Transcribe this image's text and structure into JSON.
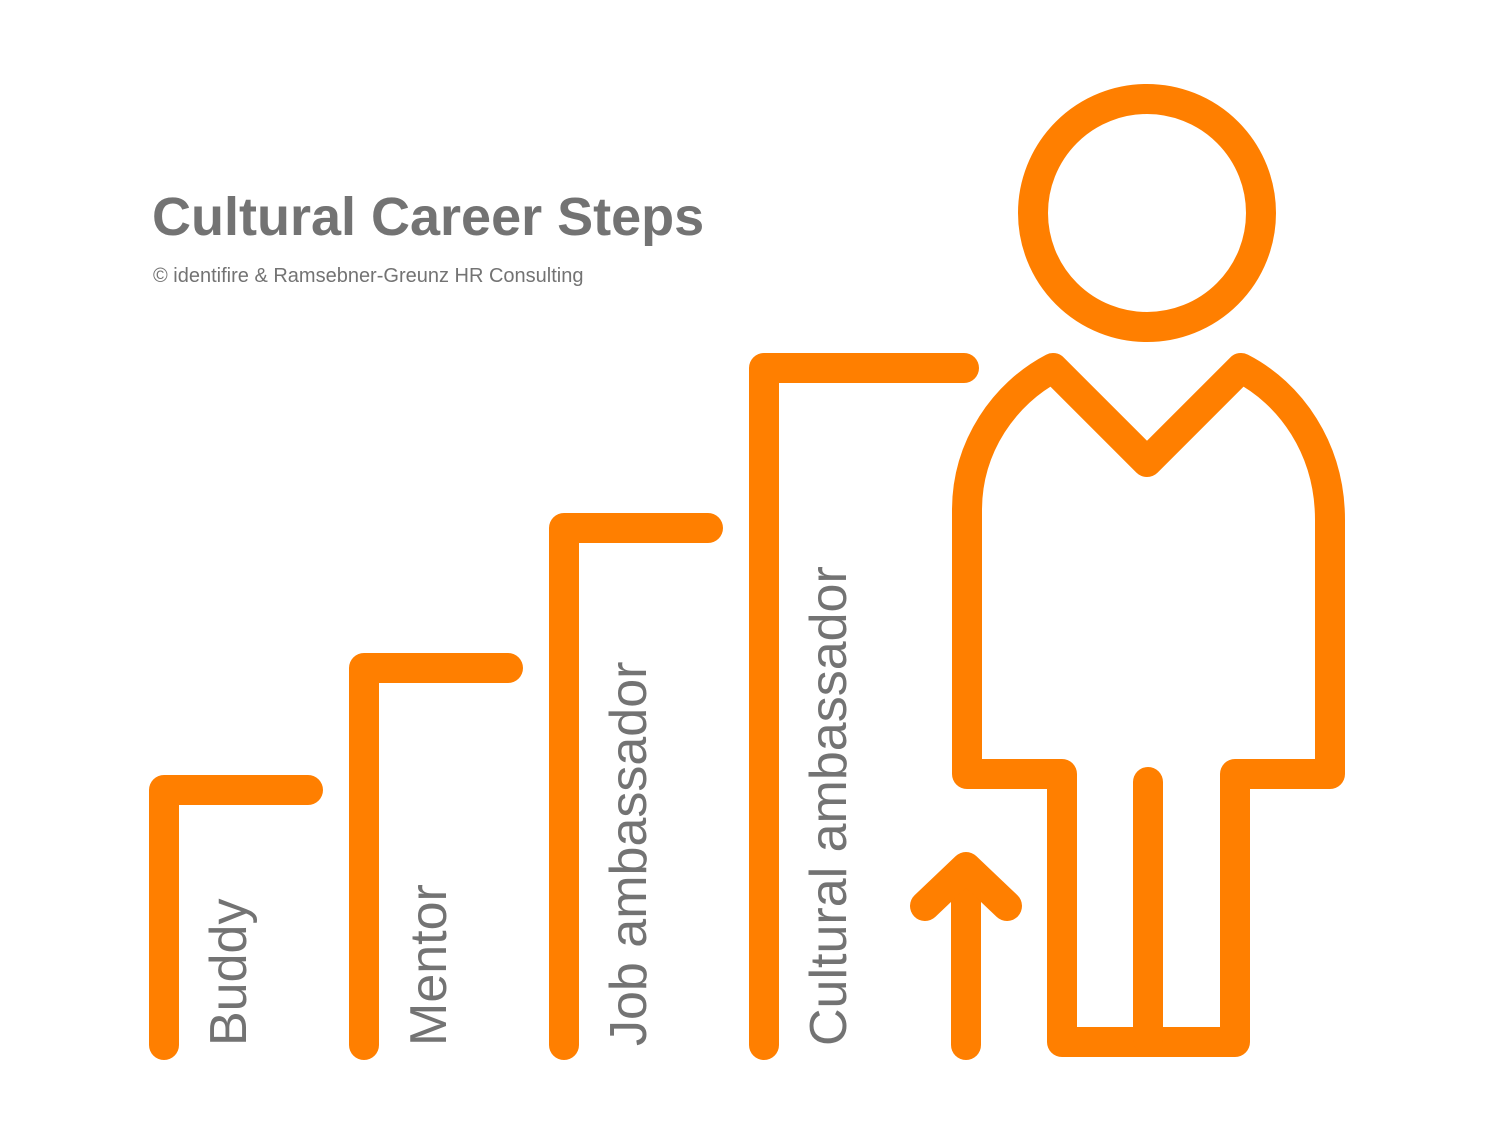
{
  "header": {
    "title": "Cultural Career Steps",
    "copyright": "© identifire & Ramsebner-Greunz HR Consulting"
  },
  "steps": [
    {
      "label": "Buddy"
    },
    {
      "label": "Mentor"
    },
    {
      "label": "Job ambassador"
    },
    {
      "label": "Cultural ambassador"
    }
  ],
  "colors": {
    "accent": "#ff7f00",
    "text": "#737373",
    "background": "#ffffff"
  },
  "icons": {
    "person": "person-icon",
    "arrow": "arrow-up-icon"
  }
}
